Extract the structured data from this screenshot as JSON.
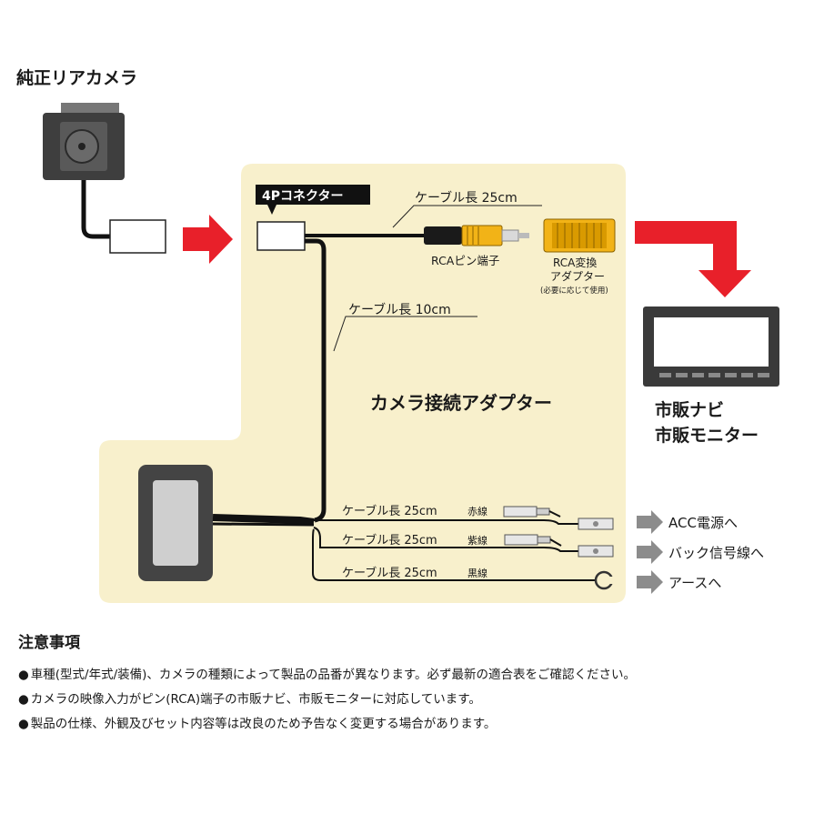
{
  "labels": {
    "rear_camera": "純正リアカメラ",
    "connector_4p": "4Pコネクター",
    "cable_top": "ケーブル長 25cm",
    "rca_pin": "RCAピン端子",
    "rca_adapter_1": "RCA変換",
    "rca_adapter_2": "アダプター",
    "rca_adapter_note": "(必要に応じて使用)",
    "cable_mid": "ケーブル長 10cm",
    "adapter_title": "カメラ接続アダプター",
    "monitor_1": "市販ナビ",
    "monitor_2": "市販モニター"
  },
  "wires": [
    {
      "cable": "ケーブル長 25cm",
      "color": "赤線",
      "dest": "ACC電源へ"
    },
    {
      "cable": "ケーブル長 25cm",
      "color": "紫線",
      "dest": "バック信号線へ"
    },
    {
      "cable": "ケーブル長 25cm",
      "color": "黒線",
      "dest": "アースへ"
    }
  ],
  "notes": {
    "heading": "注意事項",
    "items": [
      "車種(型式/年式/装備)、カメラの種類によって製品の品番が異なります。必ず最新の適合表をご確認ください。",
      "カメラの映像入力がピン(RCA)端子の市販ナビ、市販モニターに対応しています。",
      "製品の仕様、外観及びセット内容等は改良のため予告なく変更する場合があります。"
    ]
  },
  "colors": {
    "panel": "#f8f0cc",
    "arrow_red": "#e8202a",
    "arrow_grey": "#8c8c8c",
    "rca_yellow": "#f2b317"
  }
}
